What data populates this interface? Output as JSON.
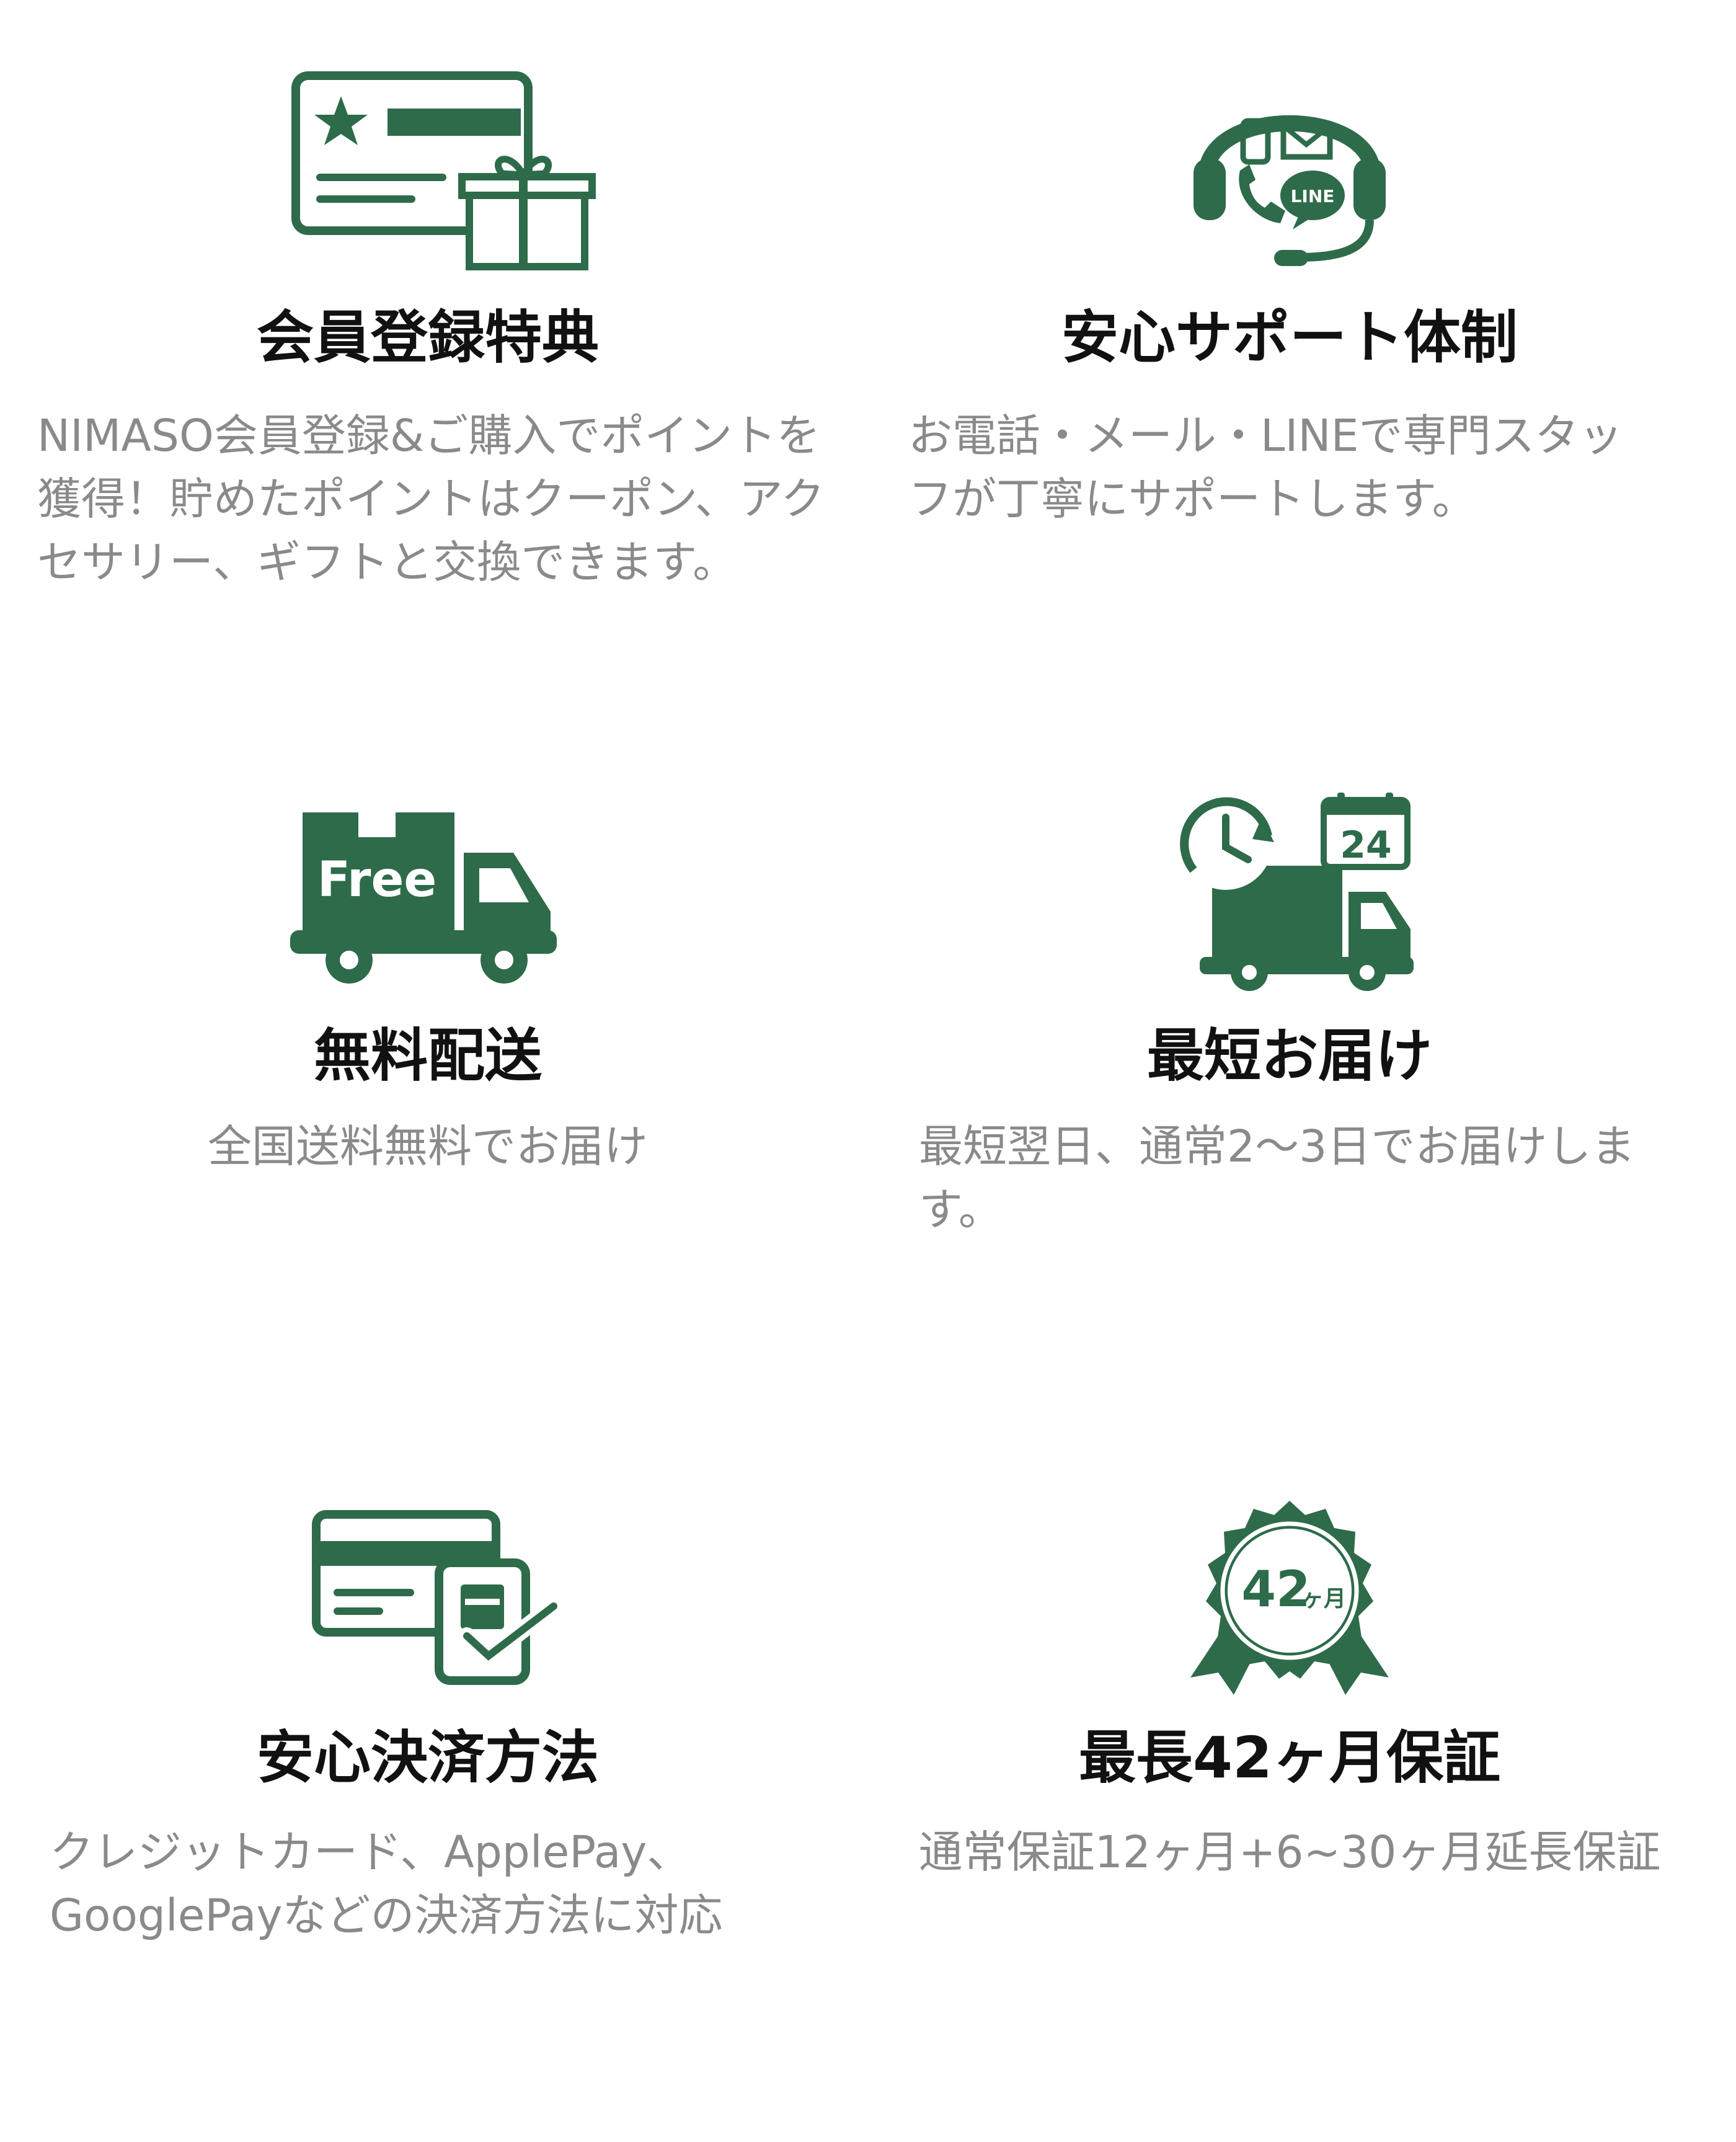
{
  "theme": {
    "icon_color": "#2e6b4a",
    "title_color": "#111111",
    "desc_color": "#8a8a8a"
  },
  "features": [
    {
      "icon": "member-card-gift-icon",
      "title": "会員登録特典",
      "desc": "NIMASO会員登録&ご購入でポイントを獲得！貯めたポイントはクーポン、アクセサリー、ギフトと交換できます。"
    },
    {
      "icon": "headset-support-icon",
      "icon_label": "LINE",
      "title": "安心サポート体制",
      "desc": "お電話・メール・LINEで専門スタッフが丁寧にサポートします。"
    },
    {
      "icon": "free-shipping-truck-icon",
      "icon_label": "Free",
      "title": "無料配送",
      "desc": "全国送料無料でお届け"
    },
    {
      "icon": "fast-delivery-truck-icon",
      "icon_label": "24",
      "title": "最短お届け",
      "desc": "最短翌日、通常2～3日でお届けします。"
    },
    {
      "icon": "card-payment-icon",
      "title": "安心決済方法",
      "desc": "クレジットカード、ApplePay、GooglePayなどの決済方法に対応"
    },
    {
      "icon": "warranty-badge-icon",
      "icon_label_num": "42",
      "icon_label_unit": "ヶ月",
      "title": "最長42ヶ月保証",
      "desc": "通常保証12ヶ月+6~30ヶ月延長保証"
    }
  ]
}
